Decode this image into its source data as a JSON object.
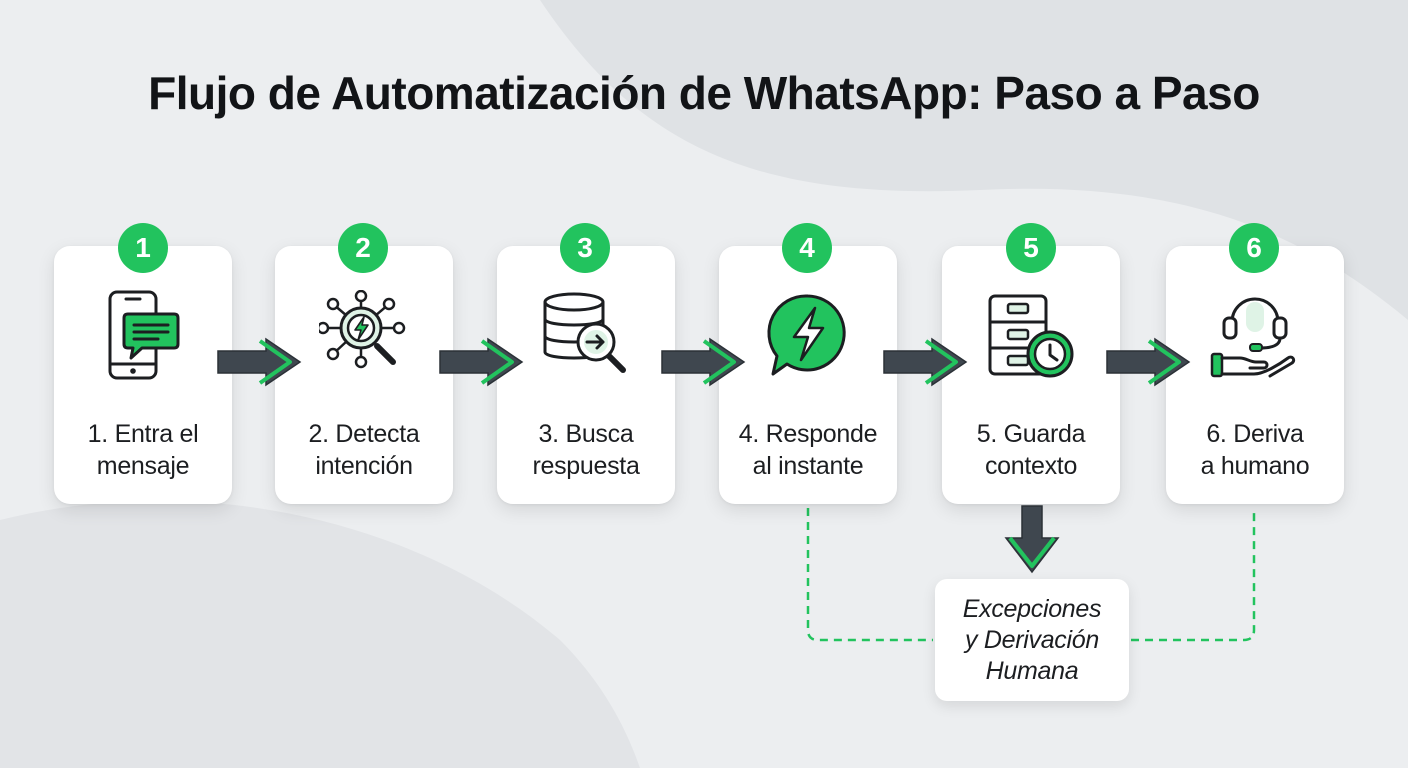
{
  "title": "Flujo de Automatización de WhatsApp: Paso a Paso",
  "colors": {
    "accent": "#22c35e",
    "arrow_body": "#3f474f",
    "text": "#1c1e21",
    "background": "#eceef0"
  },
  "steps": [
    {
      "number": "1",
      "line1": "1. Entra el",
      "line2": "mensaje",
      "icon": "smartphone-chat-icon"
    },
    {
      "number": "2",
      "line1": "2. Detecta",
      "line2": "intención",
      "icon": "lightning-network-search-icon"
    },
    {
      "number": "3",
      "line1": "3. Busca",
      "line2": "respuesta",
      "icon": "database-search-icon"
    },
    {
      "number": "4",
      "line1": "4. Responde",
      "line2": "al instante",
      "icon": "lightning-chat-bubble-icon"
    },
    {
      "number": "5",
      "line1": "5. Guarda",
      "line2": "contexto",
      "icon": "file-cabinet-clock-icon"
    },
    {
      "number": "6",
      "line1": "6. Deriva",
      "line2": "a humano",
      "icon": "headset-hand-icon"
    }
  ],
  "exception": {
    "line1": "Excepciones",
    "line2": "y Derivación",
    "line3": "Humana"
  }
}
